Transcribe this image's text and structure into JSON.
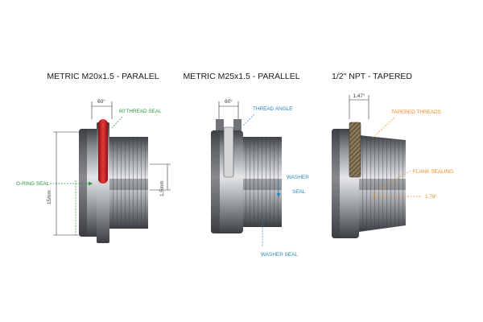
{
  "diagrams": [
    {
      "title": "METRIC M20x1.5 - PARALEL",
      "angle_label": "60°",
      "callouts": {
        "thread_seal": "60'THREAD SEAL",
        "oring_seal": "O-RING SEAL",
        "height_left": "15mm",
        "height_right": "1.5mm"
      }
    },
    {
      "title": "METRIC M25x1.5 - PARALLEL",
      "angle_label": "60°",
      "callouts": {
        "thread_angle": "THREAD ANGLE",
        "washer_seal_side_1": "WASHER",
        "washer_seal_side_2": "SEAL",
        "washer_seal_bottom": "WASHER SEAL"
      }
    },
    {
      "title": "1/2\" NPT - TAPERED",
      "angle_label": "1.47°",
      "callouts": {
        "tapered_threads": "TAPERED THREADS",
        "flank_sealing": "FLANK SEALING",
        "dimension": "1.78°"
      }
    }
  ],
  "colors": {
    "green": "#2a9a3c",
    "blue": "#2b86c6",
    "orange": "#f08a24",
    "oring_red": "#d7262a",
    "metal_dark": "#4a4d52",
    "metal_light": "#9a9da2"
  }
}
